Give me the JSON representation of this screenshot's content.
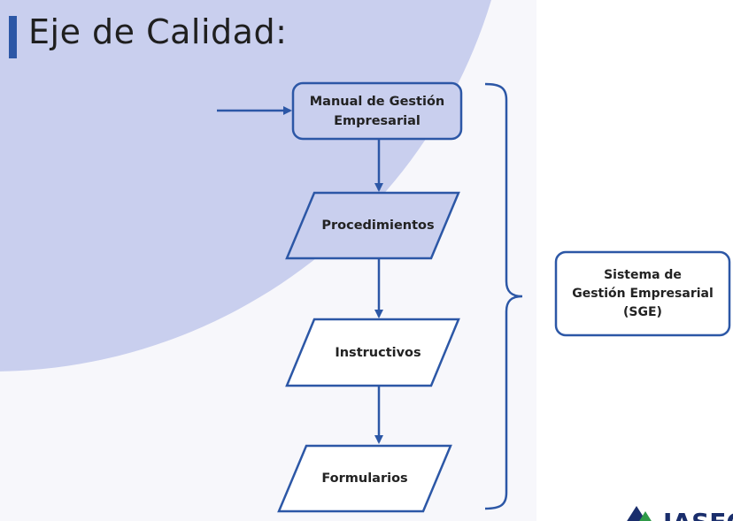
{
  "slide": {
    "title": "Eje de Calidad:"
  },
  "diagram": {
    "nodes": [
      {
        "id": "manual",
        "shape": "rounded-rect",
        "lines": [
          "Manual de Gestión",
          "Empresarial"
        ]
      },
      {
        "id": "procedimientos",
        "shape": "parallelogram",
        "lines": [
          "Procedimientos"
        ]
      },
      {
        "id": "instructivos",
        "shape": "parallelogram",
        "lines": [
          "Instructivos"
        ]
      },
      {
        "id": "formularios",
        "shape": "parallelogram",
        "lines": [
          "Formularios"
        ]
      }
    ],
    "sge": {
      "lines": [
        "Sistema de",
        "Gestión Empresarial",
        "(SGE)"
      ]
    }
  },
  "logo": {
    "text": "IASEC"
  },
  "colors": {
    "stroke": "#2c57a6",
    "bg_arc": "#c9cfee",
    "text": "#222222"
  }
}
